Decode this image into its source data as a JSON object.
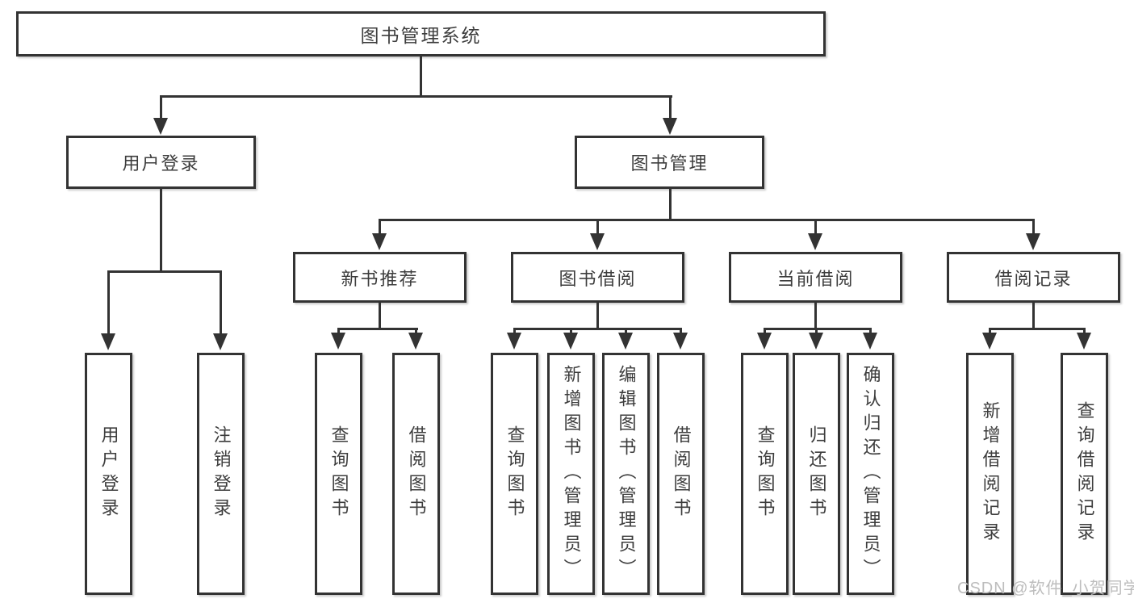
{
  "diagram": {
    "title": "图书管理系统",
    "watermark": "CSDN @软件_小贺同学",
    "colors": {
      "line": "#333333",
      "text": "#3d3d3d",
      "watermark": "#bdbdbd",
      "background": "#ffffff"
    },
    "branches": [
      {
        "label": "用户登录",
        "children": [
          "用户登录",
          "注销登录"
        ]
      },
      {
        "label": "图书管理",
        "groups": [
          {
            "label": "新书推荐",
            "children": [
              "查询图书",
              "借阅图书"
            ]
          },
          {
            "label": "图书借阅",
            "children": [
              "查询图书",
              "新增图书（管理员）",
              "编辑图书（管理员）",
              "借阅图书"
            ]
          },
          {
            "label": "当前借阅",
            "children": [
              "查询图书",
              "归还图书",
              "确认归还（管理员）"
            ]
          },
          {
            "label": "借阅记录",
            "children": [
              "新增借阅记录",
              "查询借阅记录"
            ]
          }
        ]
      }
    ]
  }
}
